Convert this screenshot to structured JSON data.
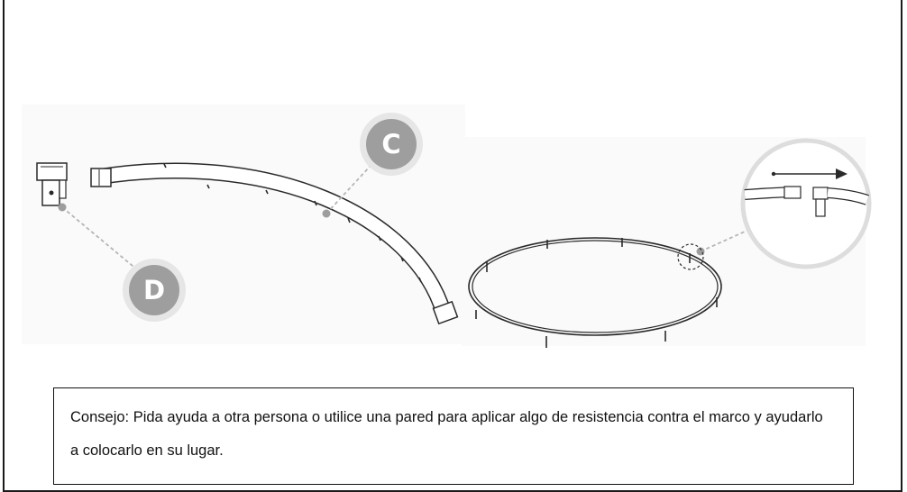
{
  "callouts": {
    "part_c": "C",
    "part_d": "D"
  },
  "tip": {
    "text": "Consejo: Pida ayuda a otra persona o utilice una pared para aplicar algo de resistencia contra el marco y ayudarlo a colocarlo en su lugar."
  },
  "colors": {
    "callout_fill": "#9e9e9e",
    "leader_line": "#b5b5b5",
    "line_art": "#2a2a2a"
  }
}
